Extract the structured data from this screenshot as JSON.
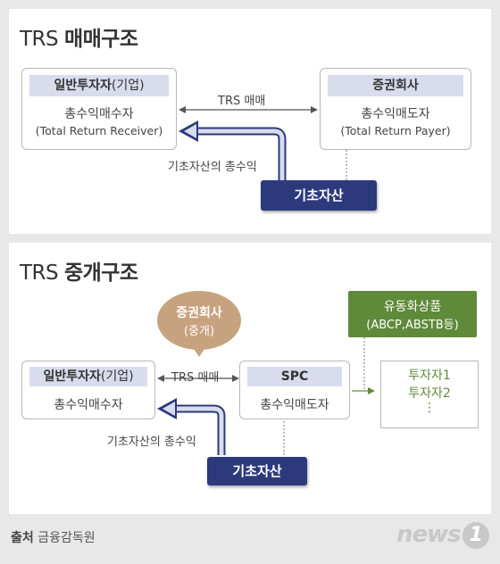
{
  "section1": {
    "title_prefix": "TRS",
    "title_bold": "매매구조",
    "left_node": {
      "tag_bold": "일반투자자",
      "tag_light": "(기업)",
      "line1": "총수익매수자",
      "line2": "(Total Return Receiver)"
    },
    "right_node": {
      "tag": "증권회사",
      "line1": "총수익매도자",
      "line2": "(Total Return Payer)"
    },
    "arrow_label": "TRS 매매",
    "return_label": "기초자산의 총수익",
    "asset_box": "기초자산"
  },
  "section2": {
    "title_prefix": "TRS",
    "title_bold": "중개구조",
    "bubble_line1": "증권회사",
    "bubble_line2": "(중개)",
    "left_node": {
      "tag_bold": "일반투자자",
      "tag_light": "(기업)",
      "line1": "총수익매수자"
    },
    "spc_node": {
      "tag": "SPC",
      "line1": "총수익매도자"
    },
    "arrow_label": "TRS 매매",
    "return_label": "기초자산의 총수익",
    "asset_box": "기초자산",
    "product_line1": "유동화상품",
    "product_line2": "(ABCP,ABSTB등)",
    "investors": [
      "투자자1",
      "투자자2",
      "⋮"
    ]
  },
  "footer": {
    "source_label": "출처",
    "source_value": "금융감독원"
  },
  "logo": {
    "text": "news",
    "number": "1"
  },
  "colors": {
    "navy": "#2c3a7c",
    "tag_bg": "#d8dcec",
    "green": "#5f8a3a",
    "bubble": "#c7a27e"
  }
}
